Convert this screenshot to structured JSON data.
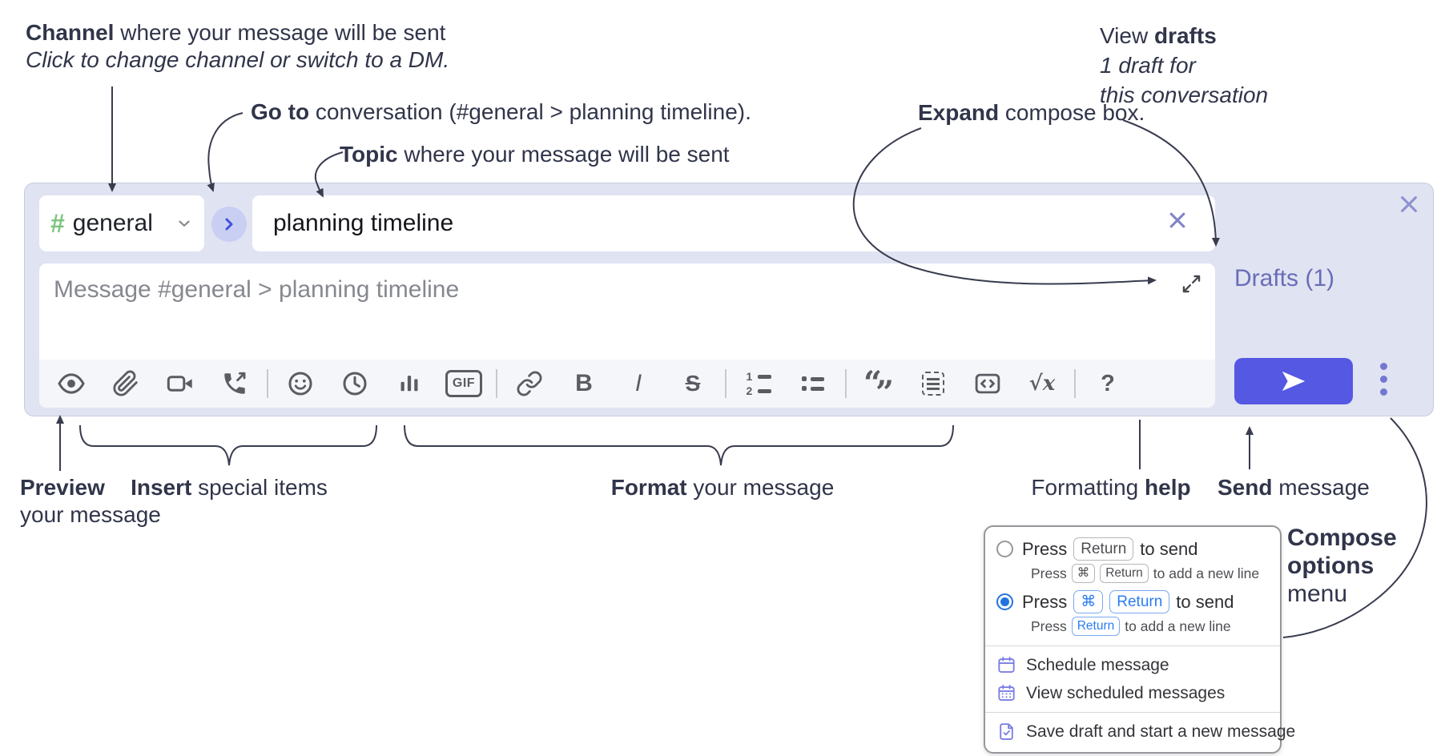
{
  "colors": {
    "compose_background": "#e0e3f2",
    "send_button": "#5558e2",
    "drafts_link": "#696db6",
    "channel_hash_green": "#7cc47f",
    "goto_button_blue": "#3f52da",
    "selected_radio_blue": "#2273e0",
    "kbd_blue": "#2b7cf2",
    "menu_icon_purple": "#7b7ee2",
    "annotation_text": "#31354a",
    "toolbar_icon": "#5a5c63"
  },
  "annotations": {
    "channel": {
      "bold": "Channel",
      "rest": " where your message will be sent",
      "line2": "Click to change channel or switch to a DM."
    },
    "go_to": {
      "bold": "Go to",
      "rest": " conversation (#general > planning timeline)."
    },
    "topic": {
      "bold": "Topic",
      "rest": " where your message will be sent"
    },
    "expand": {
      "bold": "Expand",
      "rest": " compose box."
    },
    "view_drafts": {
      "pre": "View ",
      "bold": "drafts",
      "line2": "1 draft for",
      "line3": "this conversation"
    },
    "preview": {
      "bold": "Preview",
      "line2": "your message"
    },
    "insert": {
      "bold": "Insert",
      "rest": " special items"
    },
    "format": {
      "bold": "Format",
      "rest": " your message"
    },
    "formatting_help": {
      "pre": "Formatting ",
      "bold": "help"
    },
    "send": {
      "bold": "Send",
      "rest": " message"
    },
    "compose_options": {
      "line1": "Compose",
      "line2": "options",
      "line3": "menu"
    }
  },
  "compose": {
    "channel_hash": "#",
    "channel_name": "general",
    "topic_value": "planning timeline",
    "message_placeholder": "Message #general > planning timeline",
    "drafts_link": "Drafts (1)",
    "toolbar": {
      "gif": "GIF",
      "bold": "B",
      "italic": "I",
      "strike": "S",
      "ol_1": "1",
      "ol_2": "2",
      "quote_open": "“",
      "quote_close": "”",
      "math": "√x",
      "help": "?"
    }
  },
  "menu": {
    "option_return": {
      "press": "Press",
      "key": "Return",
      "suffix": "to send",
      "sub_press": "Press",
      "sub_key1": "⌘",
      "sub_key2": "Return",
      "sub_suffix": "to add a new line"
    },
    "option_cmd_return": {
      "press": "Press",
      "key1": "⌘",
      "key2": "Return",
      "suffix": "to send",
      "sub_press": "Press",
      "sub_key": "Return",
      "sub_suffix": "to add a new line"
    },
    "items": [
      "Schedule message",
      "View scheduled messages",
      "Save draft and start a new message"
    ]
  },
  "icons": {
    "toolbar": [
      "eye-icon",
      "paperclip-icon",
      "video-camera-icon",
      "phone-call-icon",
      "emoji-icon",
      "clock-icon",
      "poll-icon",
      "gif-icon",
      "link-icon",
      "bold-icon",
      "italic-icon",
      "strikethrough-icon",
      "numbered-list-icon",
      "bulleted-list-icon",
      "quote-icon",
      "spoiler-icon",
      "code-icon",
      "math-icon",
      "help-icon"
    ],
    "other": [
      "chevron-down-icon",
      "chevron-right-icon",
      "close-icon",
      "clear-icon",
      "expand-icon",
      "send-icon",
      "overflow-menu-icon",
      "calendar-icon",
      "calendar-grid-icon",
      "save-draft-icon",
      "radio-icon"
    ]
  }
}
